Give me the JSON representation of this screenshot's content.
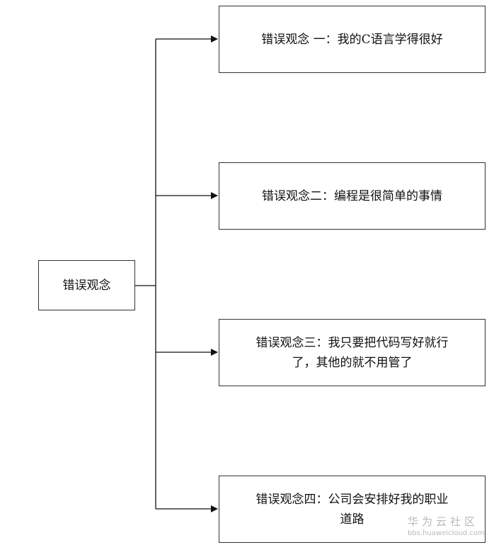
{
  "diagram": {
    "root": {
      "label": "错误观念"
    },
    "children": [
      {
        "lines": [
          "错误观念 一：我的C语言学得很好"
        ]
      },
      {
        "lines": [
          "错误观念二：编程是很简单的事情"
        ]
      },
      {
        "lines": [
          "错误观念三：我只要把代码写好就行",
          "了，其他的就不用管了"
        ]
      },
      {
        "lines": [
          "错误观念四：公司会安排好我的职业",
          "道路"
        ]
      }
    ]
  },
  "watermark": {
    "title": "华为云社区",
    "url": "bbs.huaweicloud.com"
  }
}
